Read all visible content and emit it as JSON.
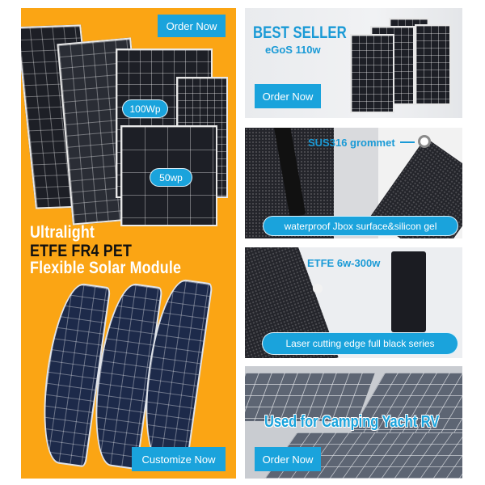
{
  "left_banner": {
    "order_button": "Order Now",
    "badge_100": "100Wp",
    "badge_50": "50wp",
    "title_line1": "Ultralight",
    "title_line2": "ETFE FR4 PET",
    "title_line3": "Flexible Solar Module",
    "customize_button": "Customize Now",
    "colors": {
      "background": "#fba514",
      "button": "#1aa3dc",
      "title_white": "#ffffff",
      "title_black": "#111111"
    }
  },
  "best_seller_panel": {
    "heading": "BEST SELLER",
    "model": "eGoS 110w",
    "order_button": "Order Now",
    "heading_color": "#1a9ad6"
  },
  "jbox_panel": {
    "callout": "SUS316 grommet",
    "caption": "waterproof Jbox surface&silicon gel"
  },
  "black_series_panel": {
    "label": "ETFE 6w-300w",
    "caption": "Laser cutting edge full black series"
  },
  "usage_panel": {
    "headline": "Used for Camping Yacht RV",
    "order_button": "Order Now"
  },
  "icons": {
    "arrow": "arrow-right-icon",
    "grommet": "grommet-ring-icon"
  }
}
